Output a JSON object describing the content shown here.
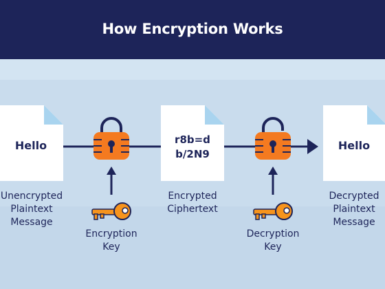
{
  "title": "How Encryption Works",
  "plain_doc_text": "Hello",
  "cipher_doc_lines": [
    "r8b=d",
    "b/2N9"
  ],
  "decrypted_doc_text": "Hello",
  "captions": {
    "unencrypted": [
      "Unencrypted",
      "Plaintext",
      "Message"
    ],
    "encryption_key": [
      "Encryption",
      "Key"
    ],
    "encrypted": [
      "Encrypted",
      "Ciphertext"
    ],
    "decryption_key": [
      "Decryption",
      "Key"
    ],
    "decrypted": [
      "Decrypted",
      "Plaintext",
      "Message"
    ]
  },
  "icons": [
    "document-icon",
    "locked-padlock-icon",
    "key-icon",
    "unlocked-padlock-icon",
    "arrow-right-icon",
    "arrow-up-icon"
  ],
  "colors": {
    "header": "#1d2459",
    "background": "#c9dced",
    "navy": "#1d2459",
    "lock_orange": "#f47a20",
    "key_orange": "#f7941d",
    "document": "#ffffff",
    "document_fold": "#a9d4ef"
  }
}
